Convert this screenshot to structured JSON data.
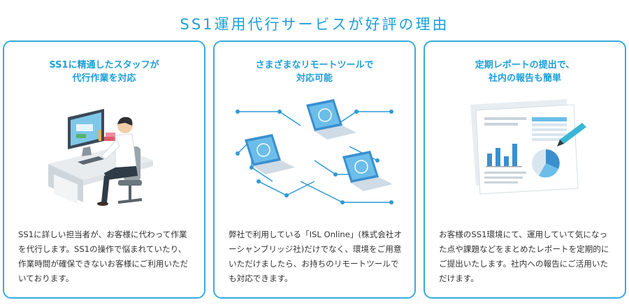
{
  "header": {
    "title": "SS1運用代行サービスが好評の理由"
  },
  "cards": [
    {
      "title": "SS1に精通したスタッフが\n代行作業を対応",
      "illustration_icon": "office-worker-icon",
      "body": "SS1に詳しい担当者が、お客様に代わって作業を代行します。SS1の操作で悩まれていたり、作業時間が確保できないお客様にご利用いただいております。"
    },
    {
      "title": "さまざまなリモートツールで\n対応可能",
      "illustration_icon": "network-laptops-icon",
      "body": "弊社で利用している「ISL Online」(株式会社オーシャンブリッジ社)だけでなく、環境をご用意いただけましたら、お持ちのリモートツールでも対応できます。"
    },
    {
      "title": "定期レポートの提出で、\n社内の報告も簡単",
      "illustration_icon": "report-documents-icon",
      "body": "お客様のSS1環境にて、運用していて気になった点や課題などをまとめたレポートを定期的にご提出いたします。社内への報告にご活用いただけます。"
    }
  ],
  "colors": {
    "accent": "#1e9fd8",
    "border": "#38abe0",
    "text": "#333333"
  }
}
